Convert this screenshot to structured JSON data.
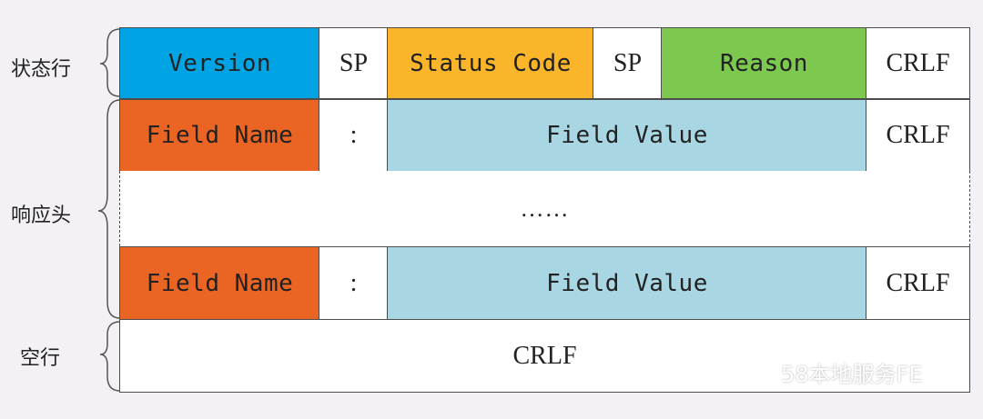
{
  "row_labels": {
    "status_line": "状态行",
    "headers": "响应头",
    "blank_line": "空行"
  },
  "status_line": {
    "version": "Version",
    "sp1": "SP",
    "status_code": "Status Code",
    "sp2": "SP",
    "reason": "Reason",
    "crlf": "CRLF"
  },
  "header_rows": [
    {
      "field_name": "Field Name",
      "separator": ":",
      "field_value": "Field Value",
      "crlf": "CRLF"
    },
    {
      "field_name": "Field Name",
      "separator": ":",
      "field_value": "Field Value",
      "crlf": "CRLF"
    }
  ],
  "ellipsis": "……",
  "blank_line": {
    "crlf": "CRLF"
  },
  "watermark": {
    "text": "58本地服务FE",
    "icon": "wechat-icon"
  },
  "colors": {
    "version": "#00a3e4",
    "status_code": "#fbb52a",
    "reason": "#7dc950",
    "field_name": "#ea6424",
    "field_value": "#a8d6e3",
    "background": "#f3f1f6"
  }
}
